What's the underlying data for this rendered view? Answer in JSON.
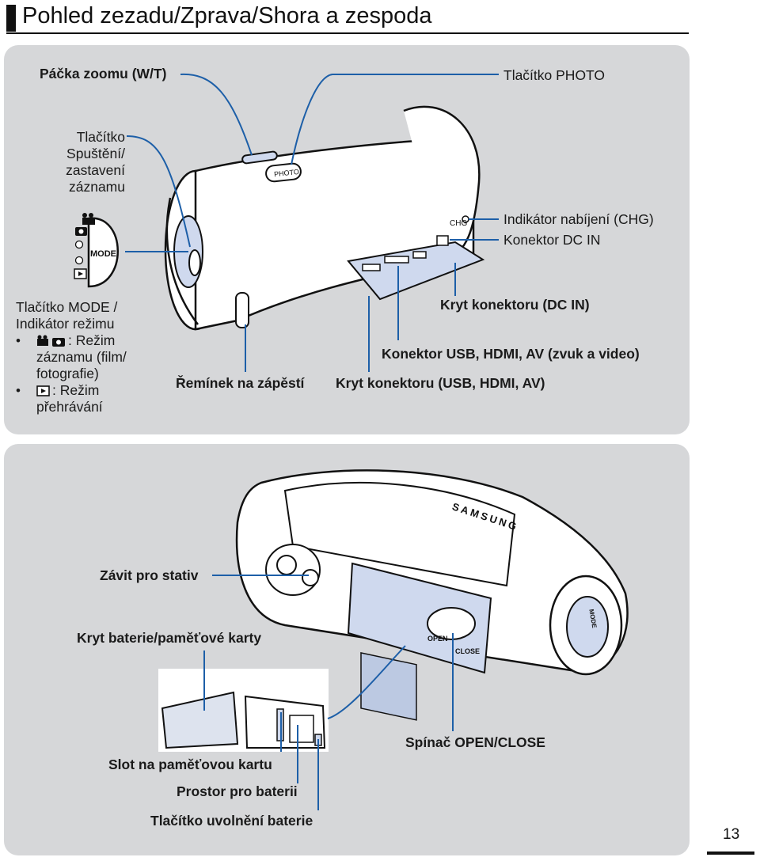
{
  "heading": "Pohled zezadu/Zprava/Shora a zespoda",
  "page_number": "13",
  "top_panel": {
    "zoom_lever": "Páčka zoomu (W/T)",
    "photo_button": "Tlačítko PHOTO",
    "record_button": [
      "Tlačítko",
      "Spuštění/",
      "zastavení",
      "záznamu"
    ],
    "charge_indicator": "Indikátor nabíjení (CHG)",
    "dc_in_jack": "Konektor DC IN",
    "mode_button_title": [
      "Tlačítko MODE /",
      "Indikátor režimu"
    ],
    "mode_record": [
      ": Režim",
      "záznamu (film/",
      "fotografie)"
    ],
    "mode_play": [
      ": Režim",
      "přehrávání"
    ],
    "dc_in_cover": "Kryt konektoru (DC IN)",
    "usb_hdmi_av_jack": "Konektor USB, HDMI, AV (zvuk a video)",
    "wrist_strap": "Řemínek na zápěstí",
    "usb_hdmi_av_cover": "Kryt konektoru (USB, HDMI, AV)",
    "mode_dial_text": "MODE",
    "photo_key_text": "PHOTO",
    "chg_text": "CHG"
  },
  "bottom_panel": {
    "tripod_socket": "Závit pro stativ",
    "battery_card_cover": "Kryt baterie/paměťové karty",
    "open_close_switch": "Spínač OPEN/CLOSE",
    "memory_card_slot": "Slot na paměťovou kartu",
    "battery_compartment": "Prostor pro baterii",
    "battery_release": "Tlačítko uvolnění baterie",
    "brand_text": "SAMSUNG",
    "open_text": "OPEN",
    "close_text": "CLOSE",
    "mode_text": "MODE"
  },
  "colors": {
    "leader": "#1d5fa8",
    "panel": "#d6d7d9",
    "heading": "#111111"
  }
}
